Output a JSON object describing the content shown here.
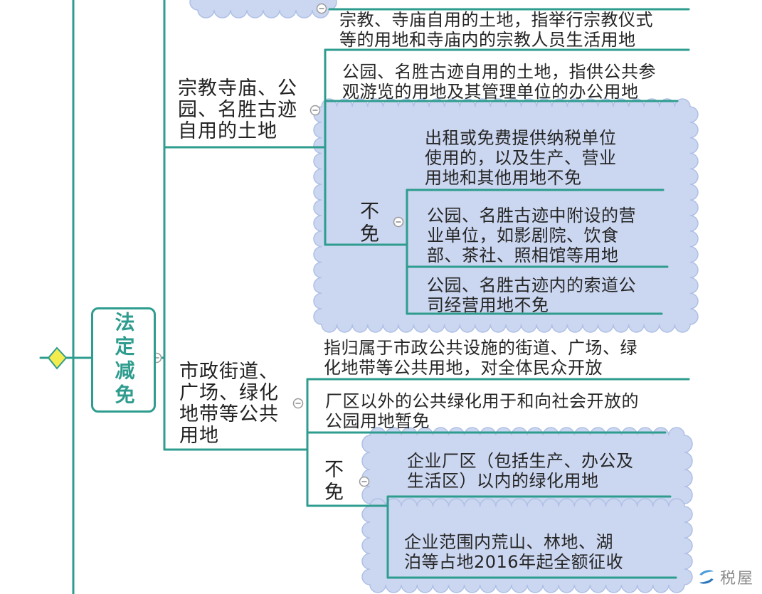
{
  "colors": {
    "line": "#2e9c8e",
    "cloud_fill": "#cbd6f0",
    "cloud_stroke": "#afc0e6",
    "root_accent": "#2e9c8e",
    "text": "#262626",
    "diamond_fill": "#f4ec4f",
    "collapse_stroke": "#9a9a9a",
    "logo_blue_light": "#4a9bd8",
    "logo_blue_dark": "#2b77bd",
    "logo_text_color": "#8c8c8c"
  },
  "root": {
    "label": "法定减免"
  },
  "branches": [
    {
      "label": "宗教寺庙、公\n园、名胜古迹\n自用的土地",
      "children": [
        {
          "text": "宗教、寺庙自用的土地，指举行宗教仪式\n等的用地和寺庙内的宗教人员生活用地"
        },
        {
          "text": "公园、名胜古迹自用的土地，指供公共参\n观游览的用地及其管理单位的办公用地"
        },
        {
          "label": "不免",
          "children": [
            {
              "text": "出租或免费提供纳税单位\n使用的，以及生产、营业\n用地和其他用地不免"
            },
            {
              "text": "公园、名胜古迹中附设的营\n业单位，如影剧院、饮食\n部、茶社、照相馆等用地"
            },
            {
              "text": "公园、名胜古迹内的索道公\n司经营用地不免"
            }
          ]
        }
      ]
    },
    {
      "label": "市政街道、\n广场、绿化\n地带等公共\n用地",
      "children": [
        {
          "text": "指归属于市政公共设施的街道、广场、绿\n化地带等公共用地，对全体民众开放"
        },
        {
          "text": "厂区以外的公共绿化用于和向社会开放的\n公园用地暂免"
        },
        {
          "label": "不免",
          "children": [
            {
              "text": "企业厂区（包括生产、办公及\n生活区）以内的绿化用地"
            },
            {
              "text": "企业范围内荒山、林地、湖\n泊等占地2016年起全额征收"
            }
          ]
        }
      ]
    }
  ],
  "logo": {
    "text": "税屋"
  }
}
